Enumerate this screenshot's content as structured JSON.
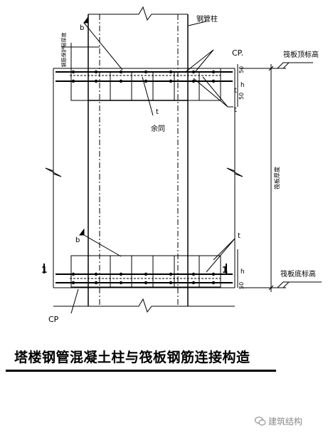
{
  "labels": {
    "steel_tube_column": "钢管柱",
    "cp": "CP.",
    "cp_bottom": "CP",
    "raft_top_level": "筏板顶标高",
    "raft_bottom_level": "筏板底标高",
    "raft_thickness": "筏板厚度",
    "rebar_cover": "钢筋保护层厚度",
    "dim_50": "50",
    "dim_h": "h",
    "t": "t",
    "same_as": "余同",
    "b": "b",
    "section_1": "1",
    "section_1_right": "1"
  },
  "caption": "塔楼钢管混凝土柱与筏板钢筋连接构造",
  "watermark": "建筑结构"
}
